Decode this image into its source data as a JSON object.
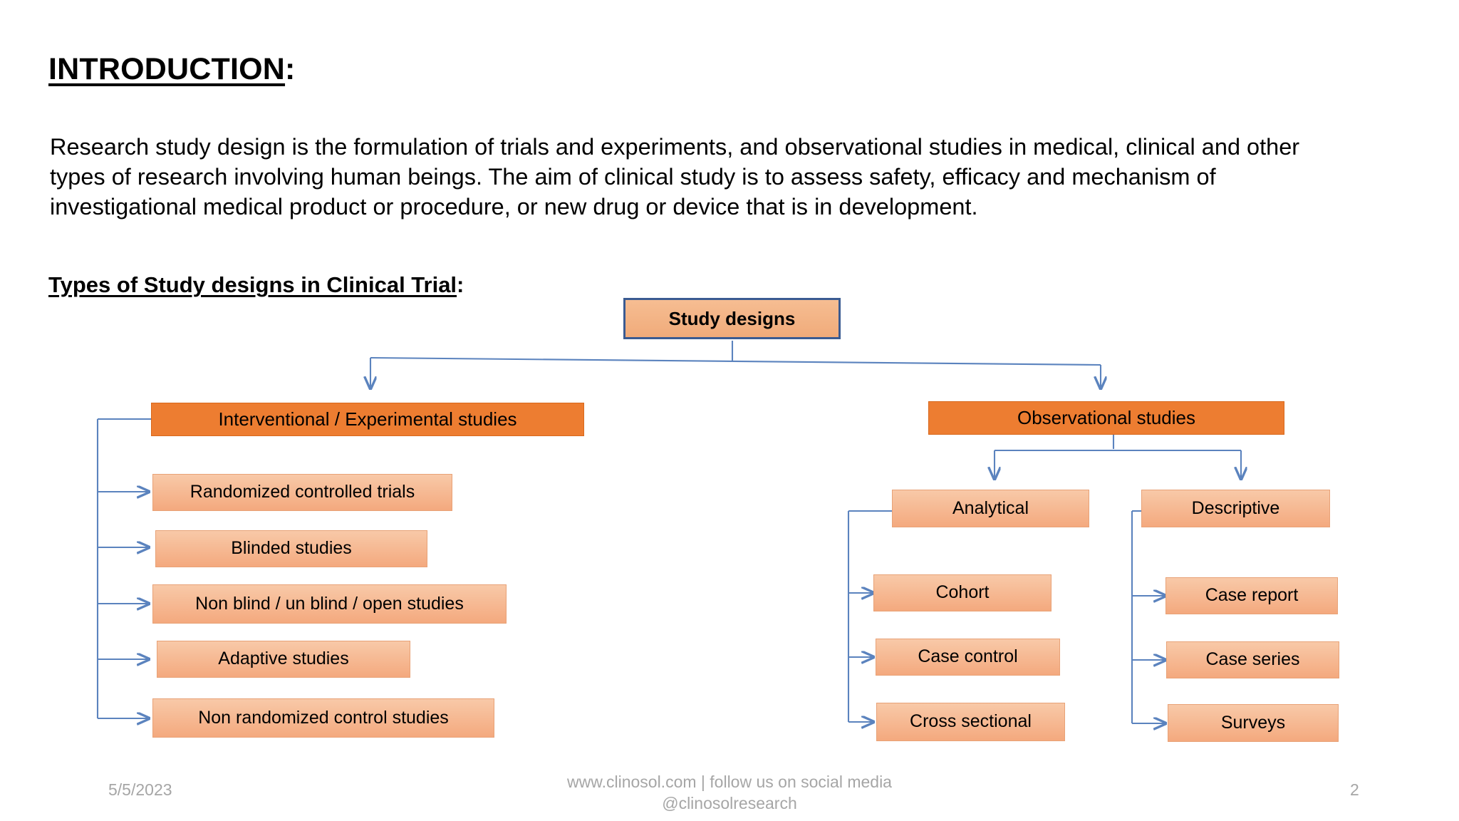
{
  "slide": {
    "title_main": "INTRODUCTION",
    "title_colon": ":",
    "paragraph": " Research study design is the formulation of trials and experiments, and observational studies in medical, clinical and other types of research involving human beings. The aim of clinical study is to assess safety, efficacy and mechanism of investigational medical product or procedure, or new drug or device that is in development.",
    "subtitle_main": "Types of Study designs in Clinical Trial",
    "subtitle_colon": ":"
  },
  "diagram": {
    "root": {
      "label": "Study designs"
    },
    "branches": [
      {
        "label": "Interventional / Experimental studies"
      },
      {
        "label": "Observational studies"
      }
    ],
    "interventional_children": [
      {
        "label": "Randomized controlled trials"
      },
      {
        "label": "Blinded studies"
      },
      {
        "label": "Non blind / un blind / open studies"
      },
      {
        "label": "Adaptive studies"
      },
      {
        "label": "Non randomized control studies"
      }
    ],
    "observational_children": [
      {
        "label": "Analytical"
      },
      {
        "label": "Descriptive"
      }
    ],
    "analytical_children": [
      {
        "label": "Cohort"
      },
      {
        "label": "Case control"
      },
      {
        "label": "Cross sectional"
      }
    ],
    "descriptive_children": [
      {
        "label": "Case report"
      },
      {
        "label": "Case series"
      },
      {
        "label": "Surveys"
      }
    ],
    "colors": {
      "root_fill": "#F4B183",
      "root_border": "#3A5B92",
      "main_fill": "#ED7D31",
      "sub_fill": "#F6BC95",
      "connector": "#5B83BE"
    }
  },
  "footer": {
    "date": "5/5/2023",
    "center_line1": "www.clinosol.com | follow us on social media",
    "center_line2": "@clinosolresearch",
    "page_number": "2"
  }
}
